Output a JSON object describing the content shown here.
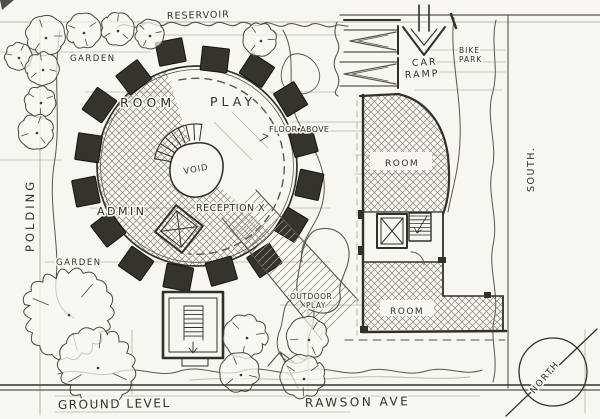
{
  "sheet": {
    "top": {
      "reservoir_label": "RESERVOIR",
      "garden_label": "GARDEN"
    },
    "left": {
      "street_label": "POLDING",
      "garden_label": "GARDEN"
    },
    "round_building": {
      "room_label": "ROOM",
      "play_label": "PLAY",
      "floor_above_label": "FLOOR ABOVE",
      "void_label": "VOID",
      "admin_label": "ADMIN",
      "reception_label": "RECEPTION X"
    },
    "courtyard": {
      "outdoor_label_line1": "OUTDOOR",
      "outdoor_label_line2": "PLAY"
    },
    "east_building": {
      "room_top_label": "ROOM",
      "room_bottom_label": "ROOM"
    },
    "access": {
      "car_ramp_line1": "CAR",
      "car_ramp_line2": "RAMP",
      "bike_park_line1": "BIKE",
      "bike_park_line2": "PARK"
    },
    "right": {
      "street_label": "SOUTH."
    },
    "bottom": {
      "level_label": "GROUND LEVEL",
      "street_label": "RAWSON AVE",
      "compass_label": "NORTH"
    }
  },
  "colors": {
    "paper": "#f8f6f1",
    "ink": "#33302a",
    "ink_soft": "#5a554d",
    "pencil": "#bcb6aa",
    "pod": "#36332c"
  }
}
